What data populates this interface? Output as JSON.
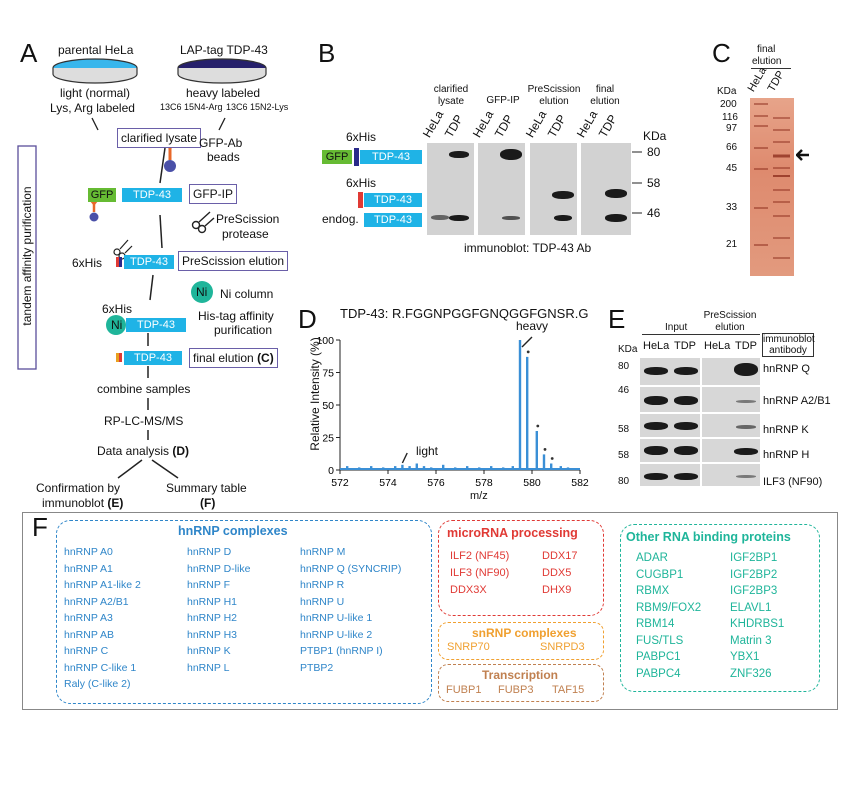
{
  "panels": {
    "A": "A",
    "B": "B",
    "C": "C",
    "D": "D",
    "E": "E",
    "F": "F"
  },
  "panelA": {
    "parental": "parental HeLa",
    "lap": "LAP-tag TDP-43",
    "light": "light (normal)",
    "heavy": "heavy labeled",
    "lys_arg": "Lys, Arg labeled",
    "iso_arg": "13C6 15N4-Arg",
    "iso_lys": "13C6 15N2-Lys",
    "clarified": "clarified lysate",
    "gfp_ab": "GFP-Ab",
    "beads": "beads",
    "gfp": "GFP",
    "tdp": "TDP-43",
    "gfp_ip": "GFP-IP",
    "prescission": "PreScission",
    "protease": "protease",
    "sixhis": "6xHis",
    "presc_elution": "PreScission elution",
    "ni": "Ni",
    "ni_column": "Ni column",
    "his_tag": "His-tag affinity",
    "purification": "purification",
    "final_elution": "final elution",
    "final_ref": "(C)",
    "combine": "combine samples",
    "lcms": "RP-LC-MS/MS",
    "analysis": "Data analysis",
    "analysis_ref": "(D)",
    "confirm1": "Confirmation by",
    "confirm2": "immunoblot",
    "confirm_ref": "(E)",
    "summary1": "Summary table",
    "summary_ref": "(F)",
    "tandem": "tandem affinity purification"
  },
  "panelB": {
    "col_headers": [
      "clarified lysate",
      "GFP-IP",
      "PreScission elution",
      "final elution"
    ],
    "lanes": [
      "HeLa",
      "TDP"
    ],
    "kda": "KDa",
    "markers": [
      "80",
      "58",
      "46"
    ],
    "row1_his": "6xHis",
    "row1_gfp": "GFP",
    "row1_tdp": "TDP-43",
    "row2_his": "6xHis",
    "row2_tdp": "TDP-43",
    "endog": "endog.",
    "endog_tdp": "TDP-43",
    "caption": "immunoblot: TDP-43 Ab"
  },
  "panelC": {
    "title1": "final",
    "title2": "elution",
    "lanes": [
      "HeLa",
      "TDP"
    ],
    "kda": "KDa",
    "markers": [
      "200",
      "116",
      "97",
      "66",
      "45",
      "33",
      "21"
    ]
  },
  "panelD": {
    "peptide": "TDP-43: R.FGGNPGGFGNQGGFGNSR.G",
    "ylabel": "Relative Intensity (%)",
    "xlabel": "m/z",
    "heavy": "heavy",
    "light": "light"
  },
  "chart_data": {
    "type": "bar",
    "title": "TDP-43: R.FGGNPGGFGNQGGFGNSR.G",
    "xlabel": "m/z",
    "ylabel": "Relative Intensity (%)",
    "xlim": [
      572,
      582
    ],
    "ylim": [
      0,
      100
    ],
    "xticks": [
      572,
      574,
      576,
      578,
      580,
      582
    ],
    "yticks": [
      0,
      25,
      50,
      75,
      100
    ],
    "x": [
      572.3,
      572.8,
      573.3,
      573.8,
      574.3,
      574.6,
      574.9,
      575.2,
      575.5,
      575.8,
      576.3,
      576.8,
      577.3,
      577.8,
      578.3,
      578.8,
      579.2,
      579.5,
      579.8,
      580.2,
      580.5,
      580.8,
      581.2,
      581.5
    ],
    "values": [
      3,
      2,
      3,
      2,
      3,
      4,
      3,
      5,
      3,
      2,
      4,
      2,
      3,
      2,
      3,
      2,
      3,
      100,
      87,
      30,
      12,
      5,
      3,
      2
    ],
    "annotations": [
      "heavy",
      "light"
    ]
  },
  "panelE": {
    "input": "Input",
    "presc1": "PreScission",
    "presc2": "elution",
    "kda": "KDa",
    "lanes": [
      "HeLa",
      "TDP",
      "HeLa",
      "TDP"
    ],
    "ib1": "immunoblot",
    "ib2": "antibody",
    "rows": [
      {
        "marker": "80",
        "label": "hnRNP Q"
      },
      {
        "marker": "46",
        "label": "hnRNP A2/B1"
      },
      {
        "marker": "58",
        "label": "hnRNP K"
      },
      {
        "marker": "58",
        "label": "hnRNP H"
      },
      {
        "marker": "80",
        "label": "ILF3 (NF90)"
      }
    ]
  },
  "panelF": {
    "hnrnp_title": "hnRNP complexes",
    "hnrnp_col1": [
      "hnRNP A0",
      "hnRNP A1",
      "hnRNP A1-like 2",
      "hnRNP A2/B1",
      "hnRNP A3",
      "hnRNP AB",
      "hnRNP C",
      "hnRNP C-like 1",
      "Raly (C-like 2)"
    ],
    "hnrnp_col2": [
      "hnRNP D",
      "hnRNP D-like",
      "hnRNP F",
      "hnRNP H1",
      "hnRNP H2",
      "hnRNP H3",
      "hnRNP K",
      "hnRNP L"
    ],
    "hnrnp_col3": [
      "hnRNP M",
      "hnRNP Q (SYNCRIP)",
      "hnRNP R",
      "hnRNP U",
      "hnRNP U-like 1",
      "hnRNP U-like 2",
      "PTBP1 (hnRNP I)",
      "PTBP2"
    ],
    "mirna_title": "microRNA processing",
    "mirna_col1": [
      "ILF2 (NF45)",
      "ILF3 (NF90)",
      "DDX3X"
    ],
    "mirna_col2": [
      "DDX17",
      "DDX5",
      "DHX9"
    ],
    "snrnp_title": "snRNP complexes",
    "snrnp_items": [
      "SNRP70",
      "SNRPD3"
    ],
    "trans_title": "Transcription",
    "trans_items": [
      "FUBP1",
      "FUBP3",
      "TAF15"
    ],
    "other_title": "Other RNA binding proteins",
    "other_col1": [
      "ADAR",
      "CUGBP1",
      "RBMX",
      "RBM9/FOX2",
      "RBM14",
      "FUS/TLS",
      "PABPC1",
      "PABPC4"
    ],
    "other_col2": [
      "IGF2BP1",
      "IGF2BP2",
      "IGF2BP3",
      "ELAVL1",
      "KHDRBS1",
      "Matrin 3",
      "YBX1",
      "ZNF326"
    ]
  },
  "colors": {
    "hnrnp": "#2f86c9",
    "mirna": "#e03a35",
    "snrnp": "#f0a030",
    "trans": "#c08050",
    "other": "#1fb59a",
    "tag_cyan": "#1fb3e6",
    "gfp_green": "#66bb33",
    "box_purple": "#6a5fa8"
  }
}
